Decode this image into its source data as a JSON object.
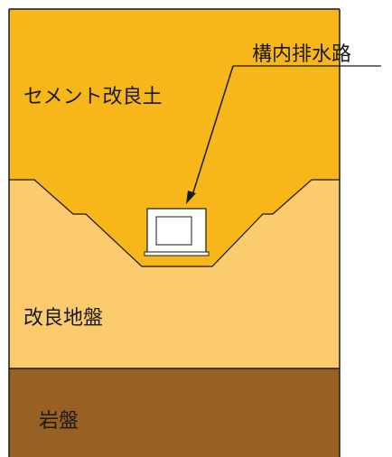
{
  "diagram": {
    "colors": {
      "cement_improved_soil": "#F7B71A",
      "improved_ground": "#FBCB6D",
      "bedrock": "#996024",
      "outline": "#1a1a1a",
      "drain_box": "#ffffff"
    },
    "labels": {
      "cement_improved_soil": "セメント改良土",
      "improved_ground": "改良地盤",
      "bedrock": "岩盤",
      "drainage_channel": "構内排水路"
    }
  }
}
